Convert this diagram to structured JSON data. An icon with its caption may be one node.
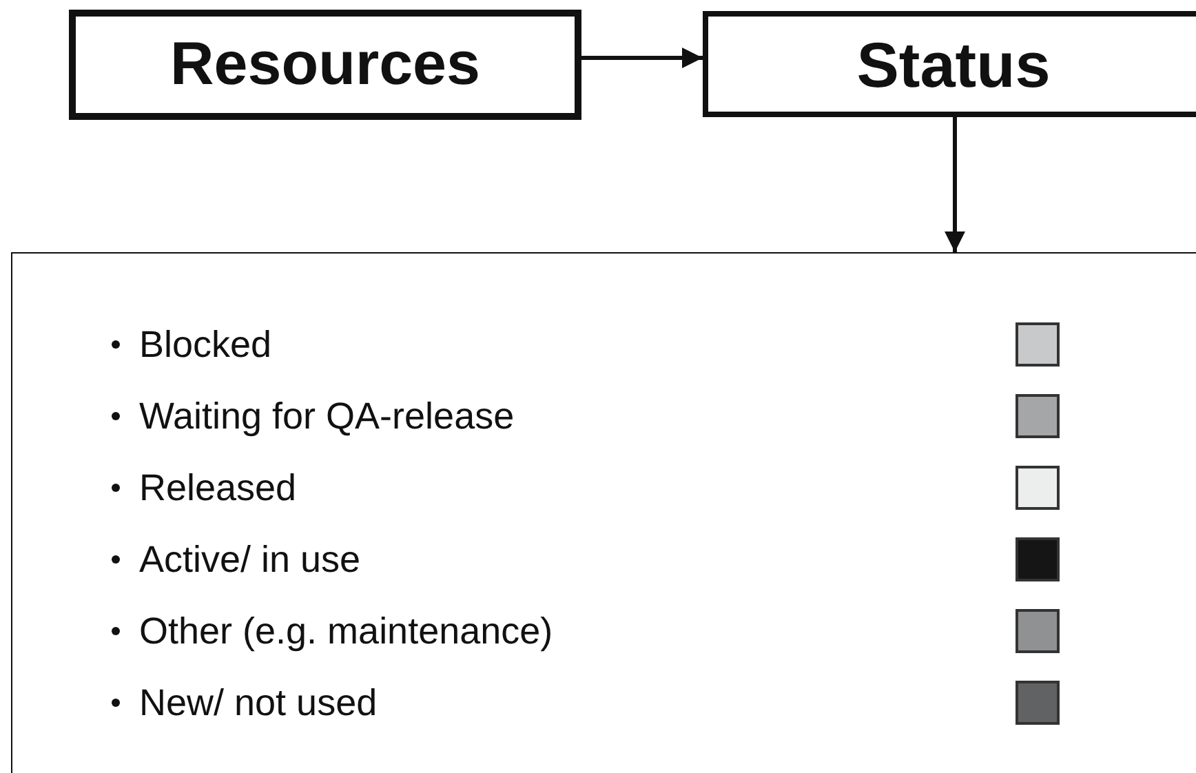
{
  "diagram": {
    "nodes": [
      {
        "text": [
          "Resources"
        ]
      },
      {
        "text": [
          "Status"
        ]
      },
      {
        "text": [],
        "shape": "box"
      }
    ],
    "edges": [
      {
        "from": 0,
        "to": 1,
        "arrow": "to"
      },
      {
        "from": 1,
        "to": 2,
        "arrow": "to"
      }
    ],
    "legend": [
      {
        "text": "Blocked",
        "color": "#c8c9cb"
      },
      {
        "text": "Waiting for QA-release",
        "color": "#a5a6a8"
      },
      {
        "text": "Released",
        "color": "#eceeed"
      },
      {
        "text": "Active/ in use",
        "color": "#151515"
      },
      {
        "text": "Other (e.g. maintenance)",
        "color": "#909192"
      },
      {
        "text": "New/ not used",
        "color": "#616263"
      }
    ]
  }
}
